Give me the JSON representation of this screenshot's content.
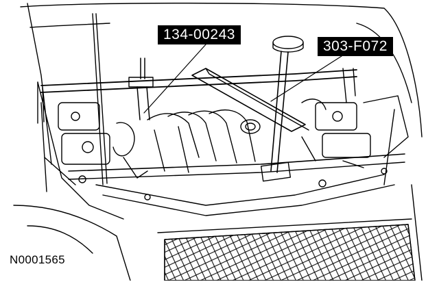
{
  "diagram": {
    "callouts": [
      {
        "id": "tool-a",
        "label": "134-00243"
      },
      {
        "id": "tool-b",
        "label": "303-F072"
      }
    ],
    "figure_id": "N0001565",
    "colors": {
      "ink": "#000000",
      "paper": "#ffffff",
      "callout_bg": "#000000",
      "callout_text": "#ffffff"
    }
  }
}
